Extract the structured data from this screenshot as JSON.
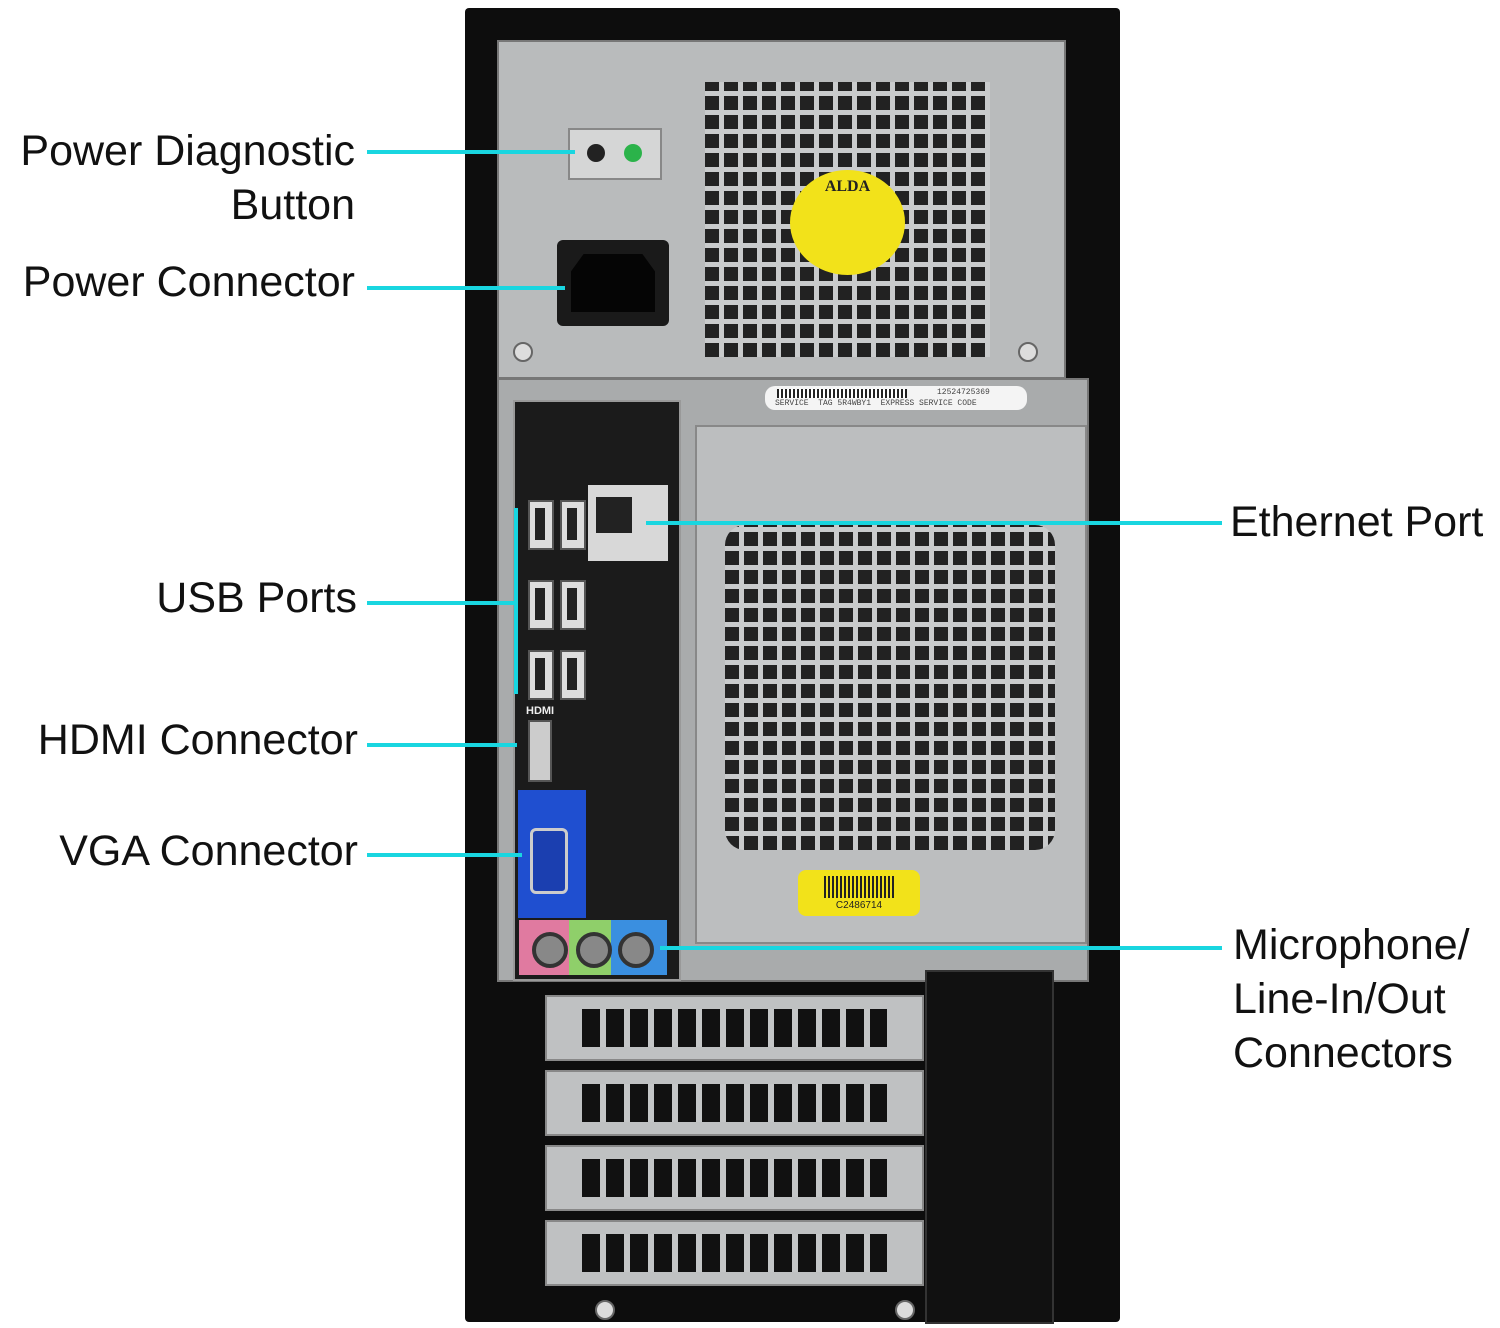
{
  "labels": {
    "power_diagnostic": [
      "Power Diagnostic",
      "Button"
    ],
    "power_connector": "Power Connector",
    "usb_ports": "USB Ports",
    "hdmi_connector": "HDMI Connector",
    "vga_connector": "VGA Connector",
    "ethernet_port": "Ethernet Port",
    "audio": [
      "Microphone/",
      "Line-In/Out",
      "Connectors"
    ]
  },
  "device_text": {
    "hdmi_port_label": "HDMI",
    "service_tag_number": "12524725369",
    "service_tag_caption": "SERVICE  TAG 5R4WBY1  EXPRESS SERVICE CODE",
    "yellow_sticker": "C2486714",
    "fan_sticker": "ALDA"
  },
  "colors": {
    "leader_line": "#19d6e0",
    "mic_jack": "#e07aa0",
    "line_in_jack": "#8fcf6a",
    "line_out_jack": "#3a8fe0",
    "vga_panel": "#1f4fd0",
    "sticker": "#f2e21a"
  }
}
